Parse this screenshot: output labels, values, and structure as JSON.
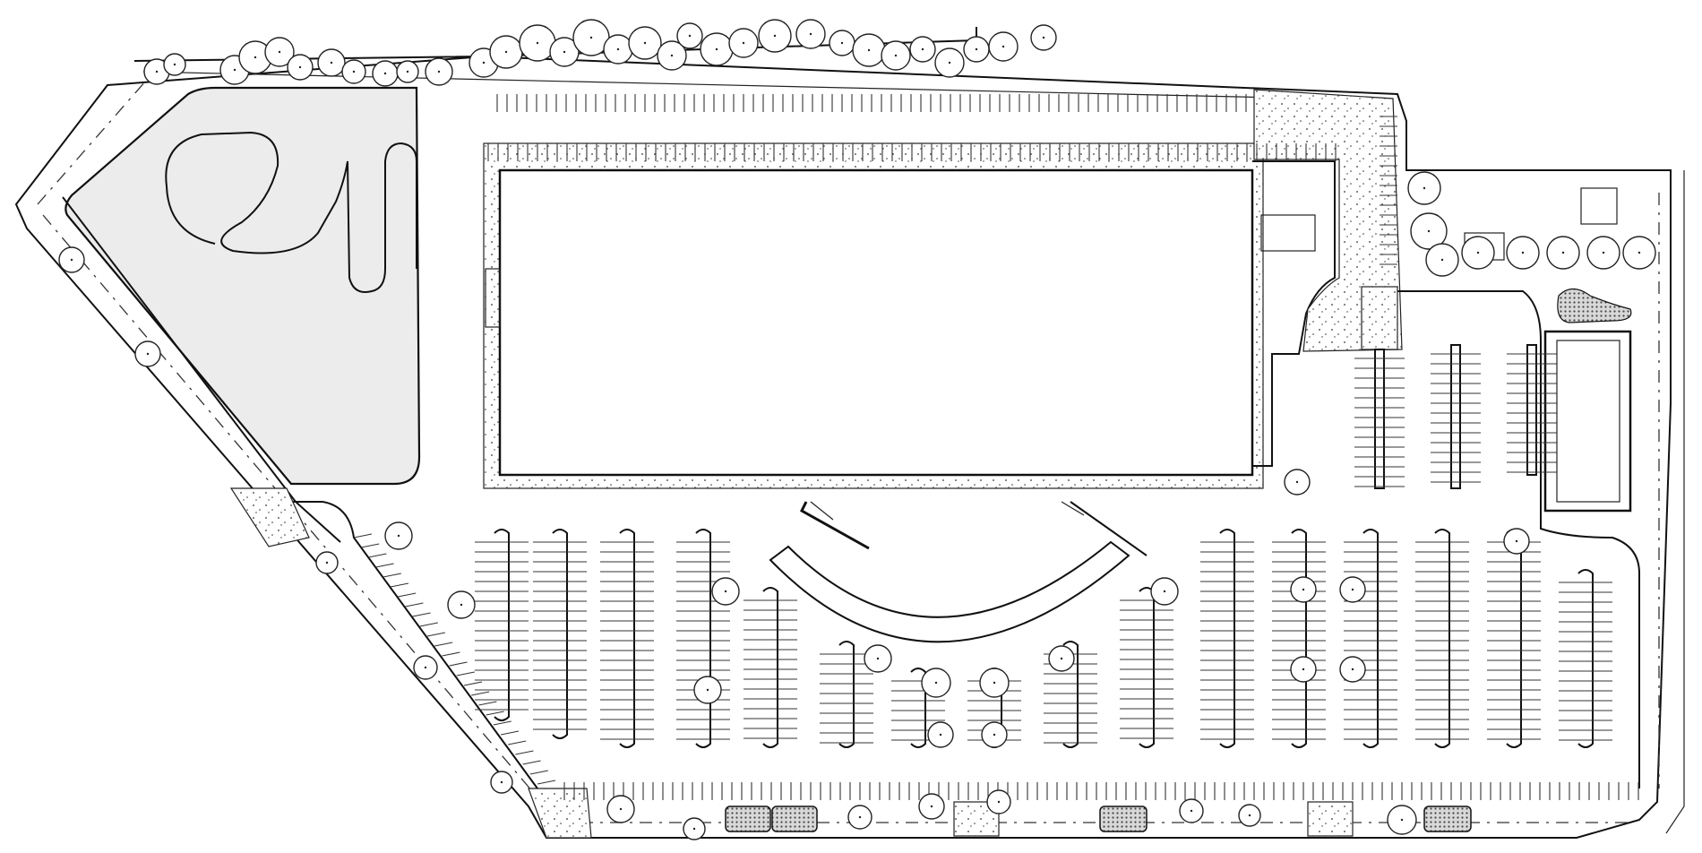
{
  "plan": {
    "kind": "site-plan",
    "features": [
      {
        "name": "detention-pond",
        "kind": "pond",
        "color": "#ececec"
      },
      {
        "name": "main-building",
        "kind": "building"
      },
      {
        "name": "secondary-building",
        "kind": "building"
      },
      {
        "name": "parking-lot",
        "kind": "parking"
      },
      {
        "name": "landscape-trees",
        "kind": "vegetation"
      },
      {
        "name": "planters",
        "kind": "planter"
      }
    ],
    "legend": []
  }
}
